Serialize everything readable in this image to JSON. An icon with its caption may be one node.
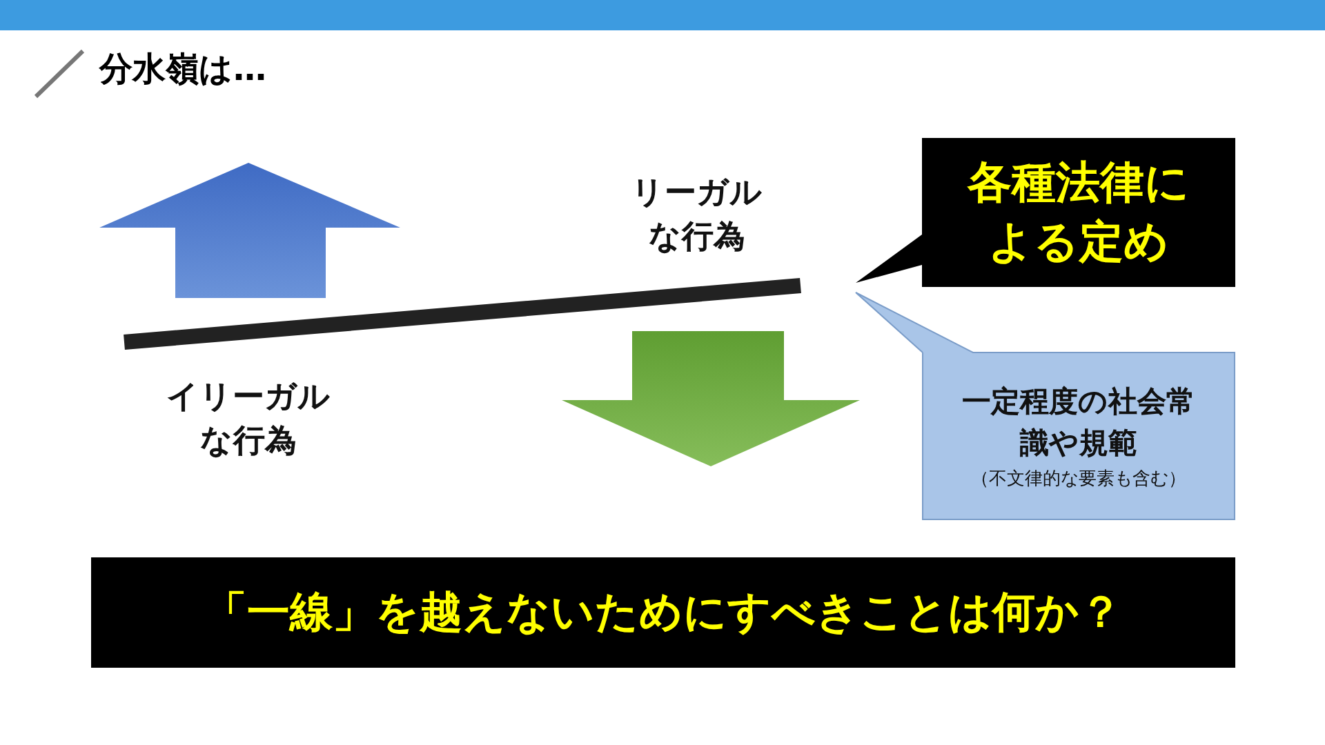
{
  "diagram": {
    "title": "分水嶺は…",
    "nodes": [
      {
        "text": [
          "各種法律による定め"
        ]
      },
      {
        "text": [
          "一定程度の社会常識や規範",
          "（不文律的な要素も含む）"
        ]
      },
      {
        "text": [
          "「一線」を越えないためにすべきことは何か？"
        ]
      }
    ],
    "labels": [
      "リーガルな行為",
      "イリーガルな行為"
    ]
  }
}
